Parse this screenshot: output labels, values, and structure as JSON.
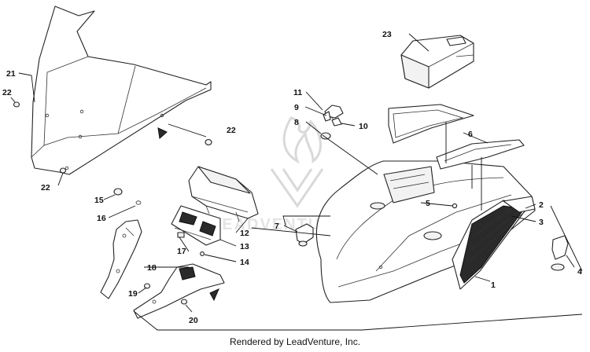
{
  "diagram": {
    "footer": "Rendered by LeadVenture, Inc.",
    "watermark": "LEADVENTURE",
    "callouts": [
      "1",
      "2",
      "3",
      "4",
      "5",
      "6",
      "7",
      "8",
      "9",
      "10",
      "11",
      "12",
      "13",
      "14",
      "15",
      "16",
      "17",
      "18",
      "19",
      "20",
      "21",
      "22",
      "22",
      "22",
      "23"
    ]
  }
}
